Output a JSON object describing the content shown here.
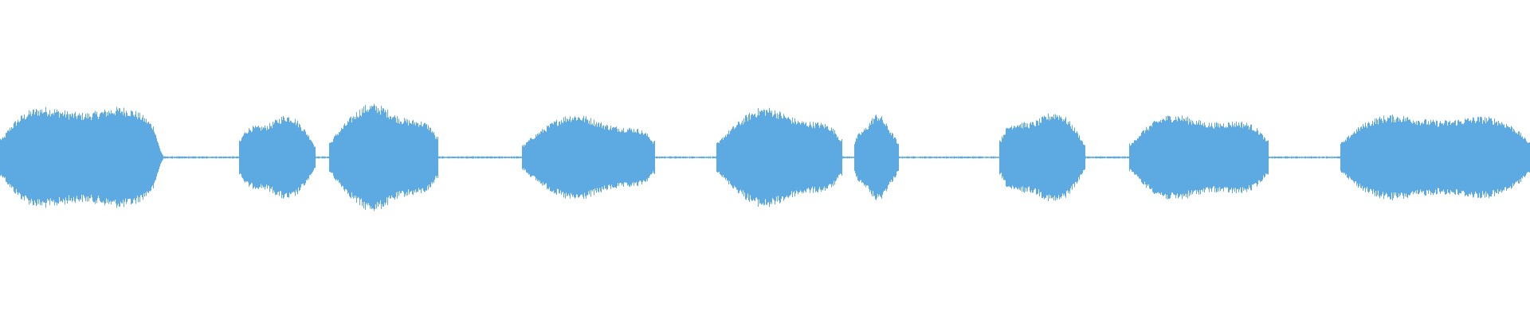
{
  "waveform": {
    "color": "#5DA9E2",
    "background": "#FFFFFF",
    "noise_floor": 0.012,
    "segments": [
      {
        "start": 0.0,
        "end": 0.107,
        "peak": 0.82,
        "decay_tail": true
      },
      {
        "start": 0.156,
        "end": 0.206,
        "peak": 0.62
      },
      {
        "start": 0.215,
        "end": 0.286,
        "peak": 0.77
      },
      {
        "start": 0.341,
        "end": 0.428,
        "peak": 0.62
      },
      {
        "start": 0.468,
        "end": 0.55,
        "peak": 0.72
      },
      {
        "start": 0.558,
        "end": 0.587,
        "peak": 0.61
      },
      {
        "start": 0.653,
        "end": 0.709,
        "peak": 0.67
      },
      {
        "start": 0.738,
        "end": 0.829,
        "peak": 0.65
      },
      {
        "start": 0.876,
        "end": 1.0,
        "peak": 0.68
      }
    ]
  }
}
